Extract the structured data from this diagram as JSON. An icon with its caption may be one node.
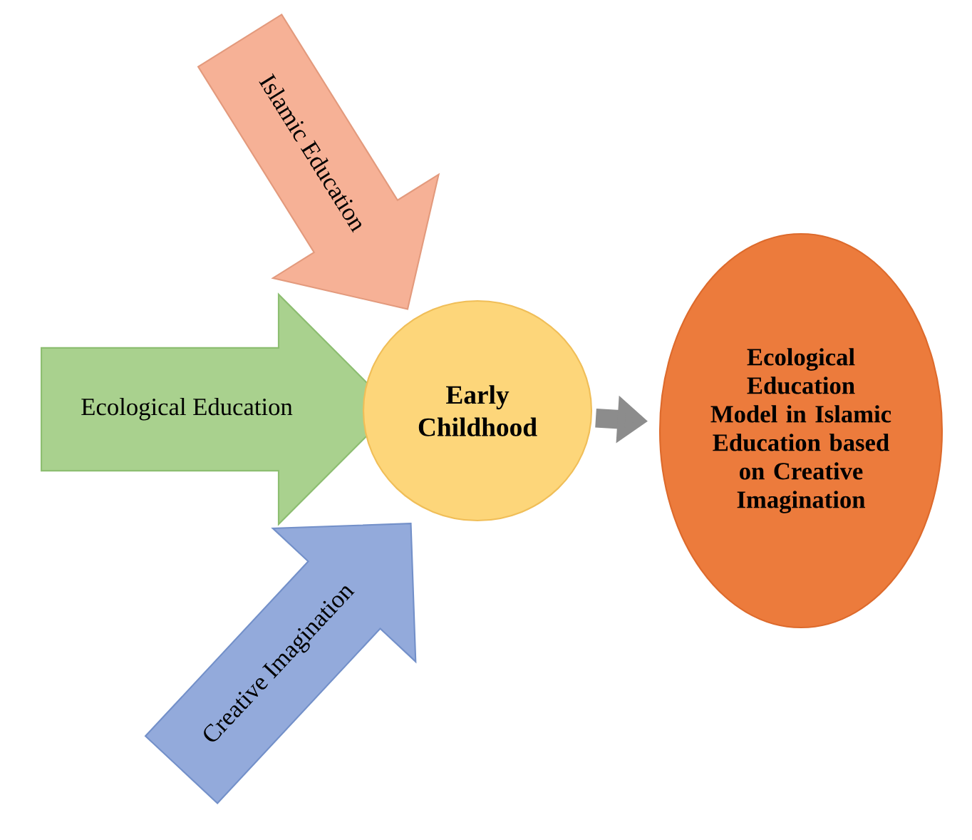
{
  "diagram": {
    "nodes": [
      {
        "text": [
          "Islamic Education"
        ]
      },
      {
        "text": [
          "Ecological Education"
        ]
      },
      {
        "text": [
          "Early Childhood"
        ]
      },
      {
        "text": [
          "Creative Imagination"
        ]
      },
      {
        "text": [
          "Ecological Education Model in Islamic Education based on Creative Imagination"
        ]
      }
    ],
    "edges": [
      {
        "from": 2,
        "to": 4,
        "arrow": "to"
      }
    ]
  }
}
